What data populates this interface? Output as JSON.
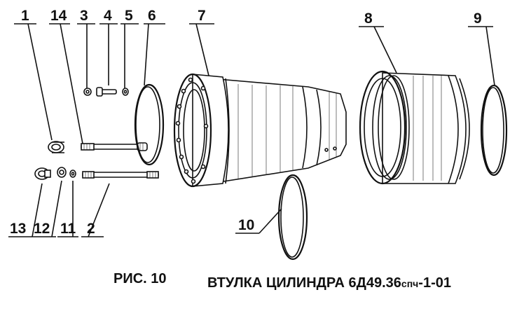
{
  "figure": {
    "caption": "РИС. 10",
    "title_main": "ВТУЛКА ЦИЛИНДРА 6Д49.36",
    "title_suffix": "спч",
    "title_tail": "-1-01"
  },
  "callouts": [
    "1",
    "14",
    "3",
    "4",
    "5",
    "6",
    "7",
    "8",
    "9",
    "10",
    "13",
    "12",
    "11",
    "2"
  ]
}
